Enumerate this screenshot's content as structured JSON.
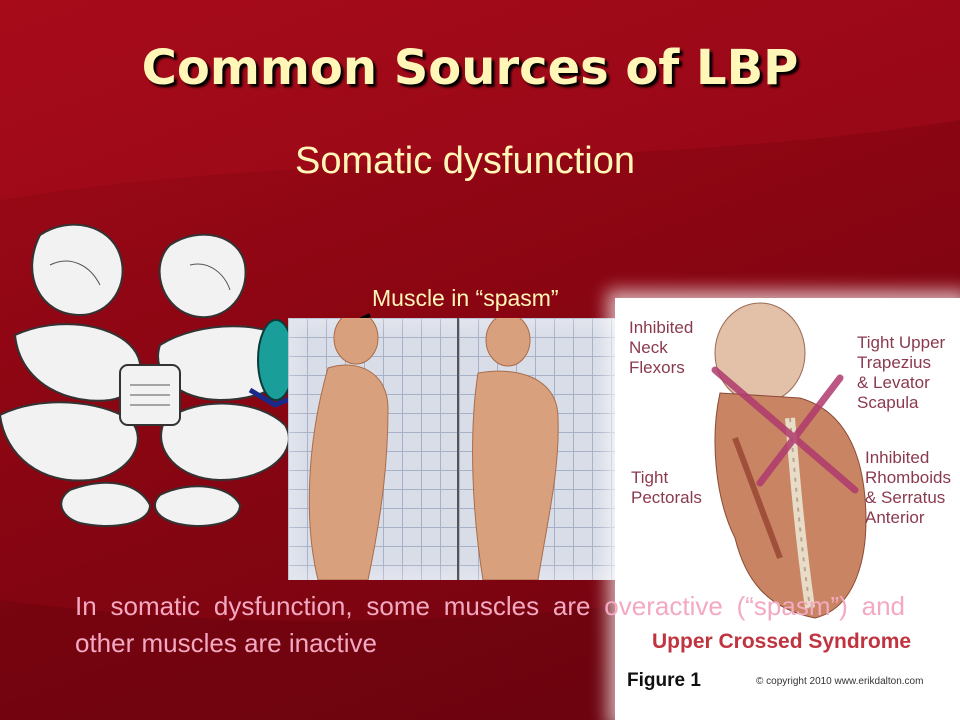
{
  "slide": {
    "title": "Common Sources of LBP",
    "subtitle": "Somatic dysfunction",
    "spasm_label": "Muscle in “spasm”",
    "body_text": "In somatic dysfunction, some muscles are overactive (“spasm”) and other muscles are inactive"
  },
  "upper_crossed": {
    "labels": {
      "inhibited_neck_flexors": "Inhibited\nNeck\nFlexors",
      "tight_upper_trapezius": "Tight Upper\nTrapezius\n& Levator\nScapula",
      "inhibited_rhomboids": "Inhibited\nRhomboids\n& Serratus\nAnterior",
      "tight_pectorals": "Tight\nPectorals"
    },
    "title": "Upper Crossed Syndrome",
    "figure_label": "Figure 1",
    "copyright": "© copyright 2010 www.erikdalton.com"
  },
  "colors": {
    "background": "#8a0512",
    "title_text": "#fff6b8",
    "body_text": "#f4a9c2",
    "muscle_teal": "#1a9e9a",
    "cross_magenta": "#b03a6e"
  }
}
